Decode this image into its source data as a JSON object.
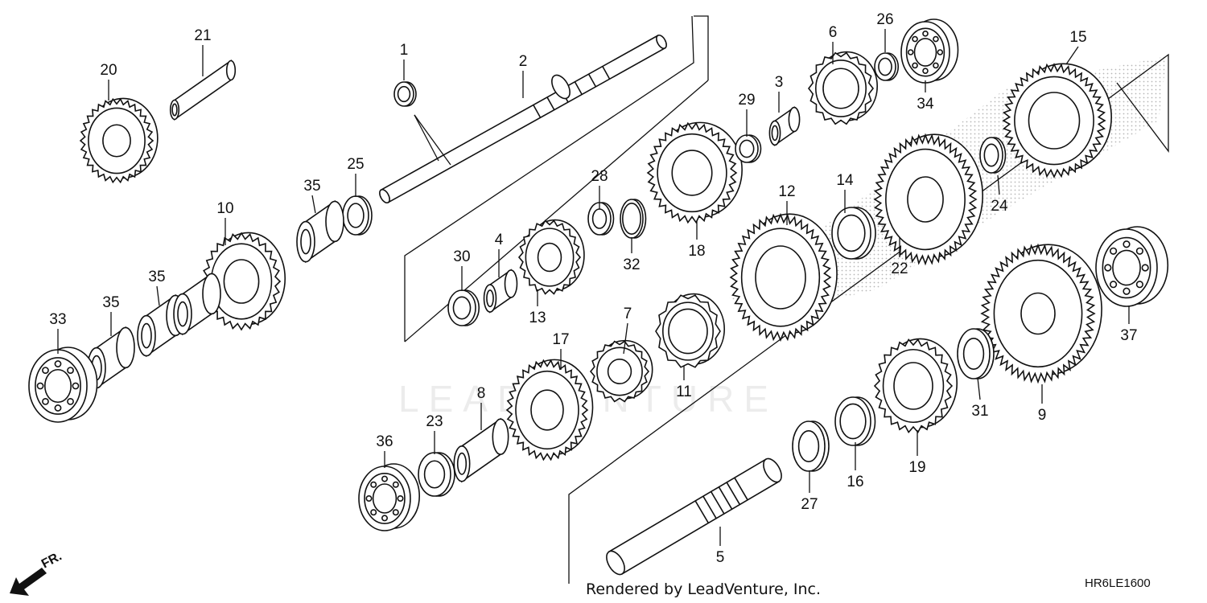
{
  "diagram": {
    "part_numbers": [
      "1",
      "2",
      "3",
      "4",
      "5",
      "6",
      "7",
      "8",
      "9",
      "10",
      "11",
      "12",
      "13",
      "14",
      "15",
      "16",
      "17",
      "18",
      "19",
      "20",
      "21",
      "22",
      "23",
      "24",
      "25",
      "26",
      "27",
      "28",
      "29",
      "30",
      "31",
      "32",
      "33",
      "34",
      "35",
      "35",
      "35",
      "35",
      "36",
      "37"
    ],
    "front_indicator": "FR.",
    "watermark": "LEADVENTURE",
    "rendered_by": "Rendered by LeadVenture, Inc.",
    "diagram_code": "HR6LE1600"
  },
  "colors": {
    "ink": "#111111",
    "paper": "#ffffff",
    "stipple": "#9a9a9a"
  }
}
